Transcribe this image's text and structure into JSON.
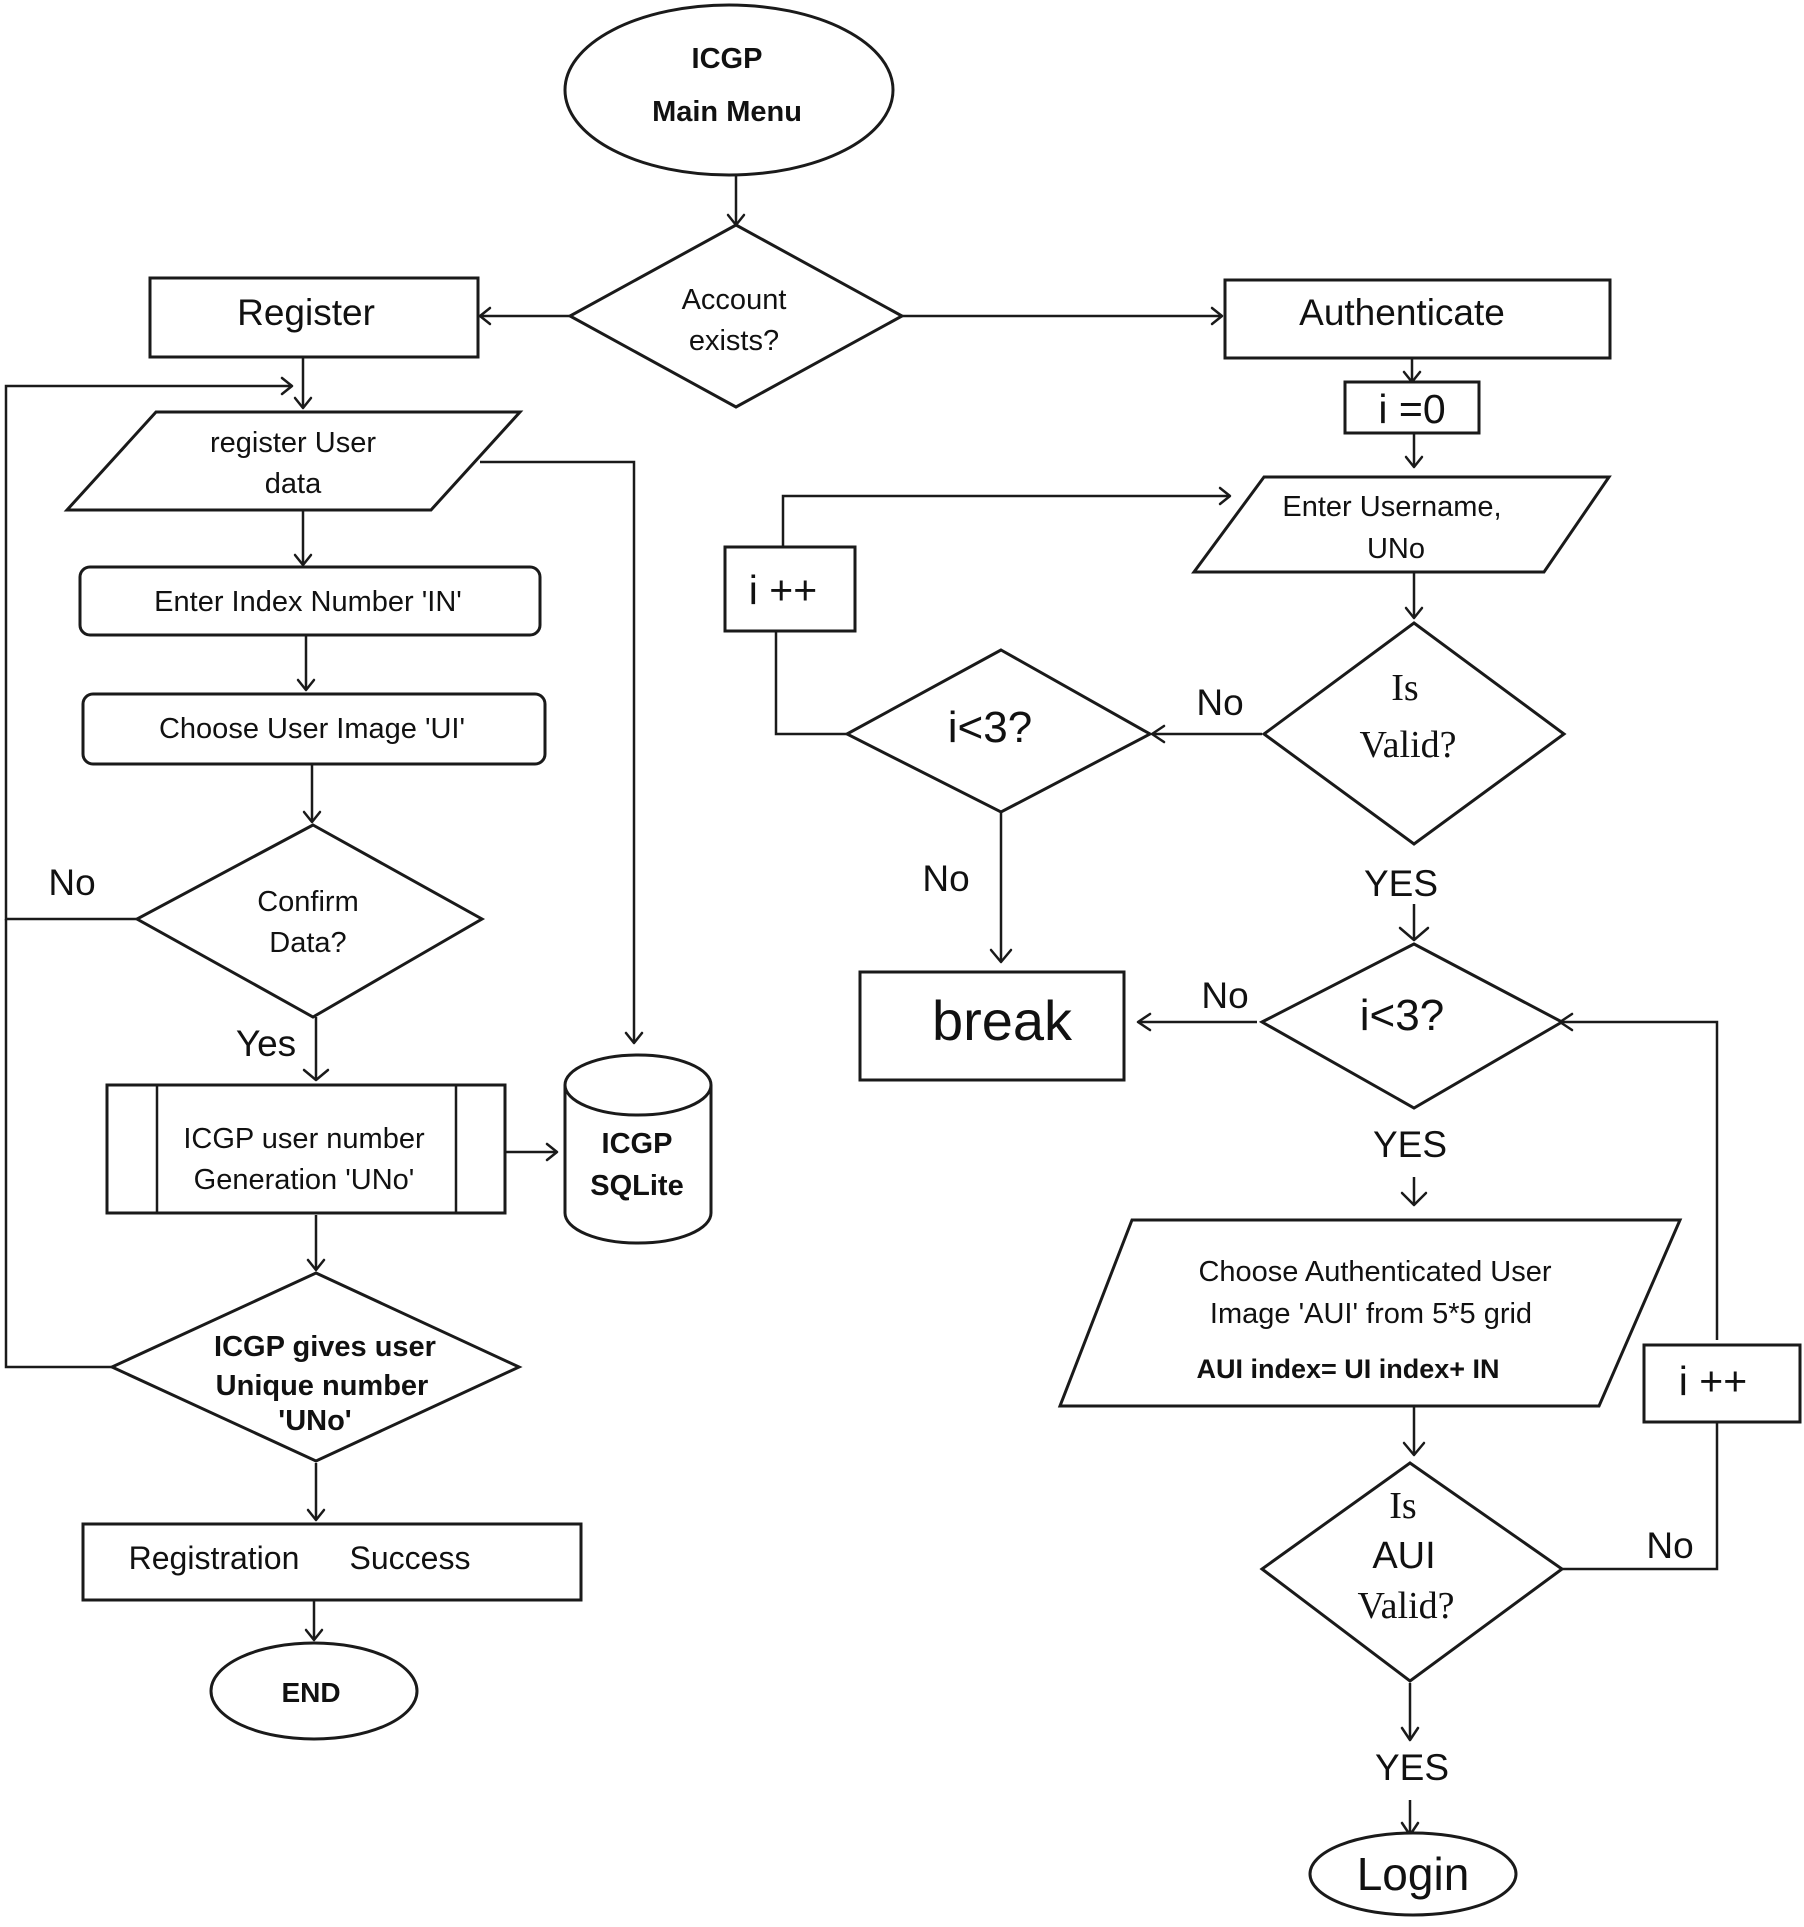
{
  "start": {
    "line1": "ICGP",
    "line2": "Main Menu"
  },
  "account_exists": {
    "line1": "Account",
    "line2": "exists?"
  },
  "register": "Register",
  "authenticate": "Authenticate",
  "register_user_data": {
    "line1": "register User",
    "line2": "data"
  },
  "enter_index": "Enter Index Number 'IN'",
  "choose_user_image": "Choose User Image 'UI'",
  "confirm_data": {
    "line1": "Confirm",
    "line2": "Data?"
  },
  "uno_generation": {
    "line1": "ICGP user number",
    "line2": "Generation 'UNo'"
  },
  "database": {
    "line1": "ICGP",
    "line2": "SQLite"
  },
  "gives_uno": {
    "line1": "ICGP gives user",
    "line2": "Unique number",
    "line3": "'UNo'"
  },
  "registration_success": {
    "word1": "Registration",
    "word2": "Success"
  },
  "end": "END",
  "i_init": "i =0",
  "enter_username": {
    "line1": "Enter Username,",
    "line2": "UNo"
  },
  "is_valid": {
    "line1": "Is",
    "line2": "Valid?"
  },
  "i_less_3_top": "i<3?",
  "i_inc_top": "i ++",
  "break": "break",
  "i_less_3_mid": "i<3?",
  "choose_aui": {
    "line1": "Choose Authenticated User",
    "line2": "Image 'AUI' from 5*5 grid",
    "line3": "AUI index= UI index+ IN"
  },
  "i_inc_right": "i ++",
  "is_aui_valid": {
    "line1": "Is",
    "line2": "AUI",
    "line3": "Valid?"
  },
  "login": "Login",
  "labels": {
    "no_confirm": "No",
    "yes_confirm": "Yes",
    "no_valid": "No",
    "yes_valid": "YES",
    "no_i3_top": "No",
    "no_i3_mid": "No",
    "yes_i3_mid": "YES",
    "no_aui": "No",
    "yes_aui": "YES"
  }
}
